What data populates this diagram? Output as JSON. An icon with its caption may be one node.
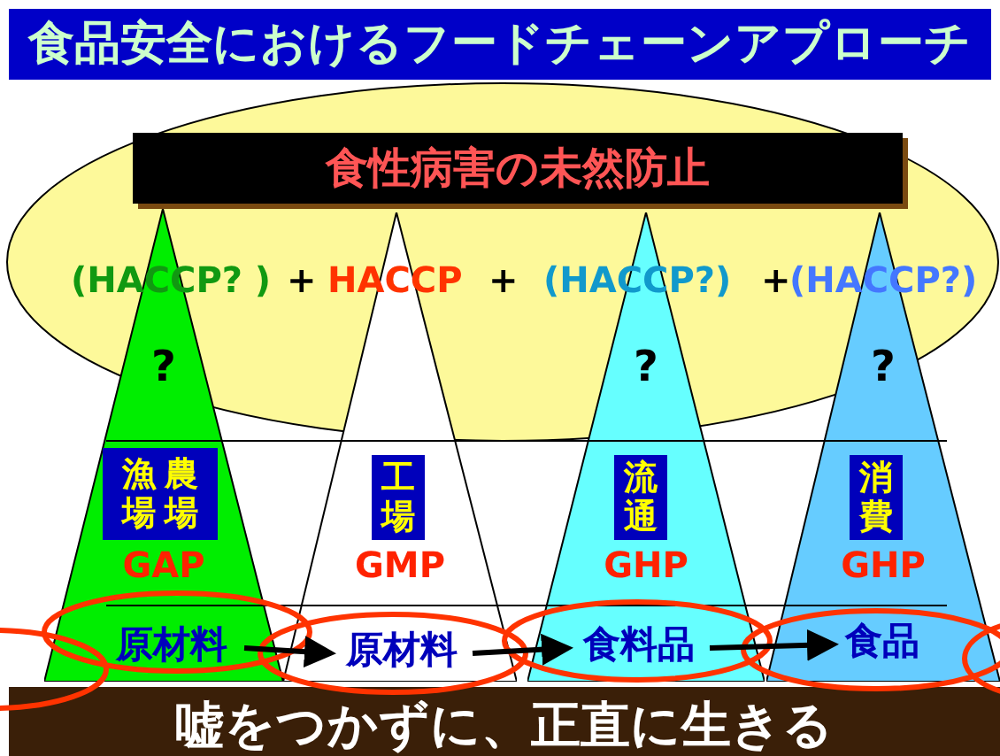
{
  "diagram": {
    "title": "食品安全におけるフードチェーンアプローチ",
    "caption": "嘘をつかずに、正直に生きる",
    "nodes": [
      {
        "text": [
          "食性病害の未然防止"
        ]
      },
      {
        "text": [
          "?",
          "GAP"
        ]
      },
      {
        "text": [
          "漁場",
          "農場"
        ],
        "in": 1
      },
      {
        "text": [
          "GMP"
        ]
      },
      {
        "text": [
          "工場"
        ],
        "in": 3
      },
      {
        "text": [
          "?",
          "GHP"
        ]
      },
      {
        "text": [
          "流通"
        ],
        "in": 5
      },
      {
        "text": [
          "?",
          "GHP"
        ]
      },
      {
        "text": [
          "消費"
        ],
        "in": 7
      },
      {
        "text": [
          "原材料"
        ],
        "in": 1
      },
      {
        "text": [
          "原材料"
        ],
        "in": 3
      },
      {
        "text": [
          "食料品"
        ],
        "in": 5
      },
      {
        "text": [
          "食品"
        ],
        "in": 7
      }
    ],
    "edges": [
      {
        "from": 9,
        "to": 10,
        "arrow": "to"
      },
      {
        "from": 10,
        "to": 11,
        "arrow": "to"
      },
      {
        "from": 11,
        "to": 12,
        "arrow": "to"
      }
    ],
    "labels": [
      "(HACCP? )",
      "+",
      "HACCP",
      "+",
      "(HACCP?)",
      "+",
      "(HACCP?)"
    ]
  }
}
